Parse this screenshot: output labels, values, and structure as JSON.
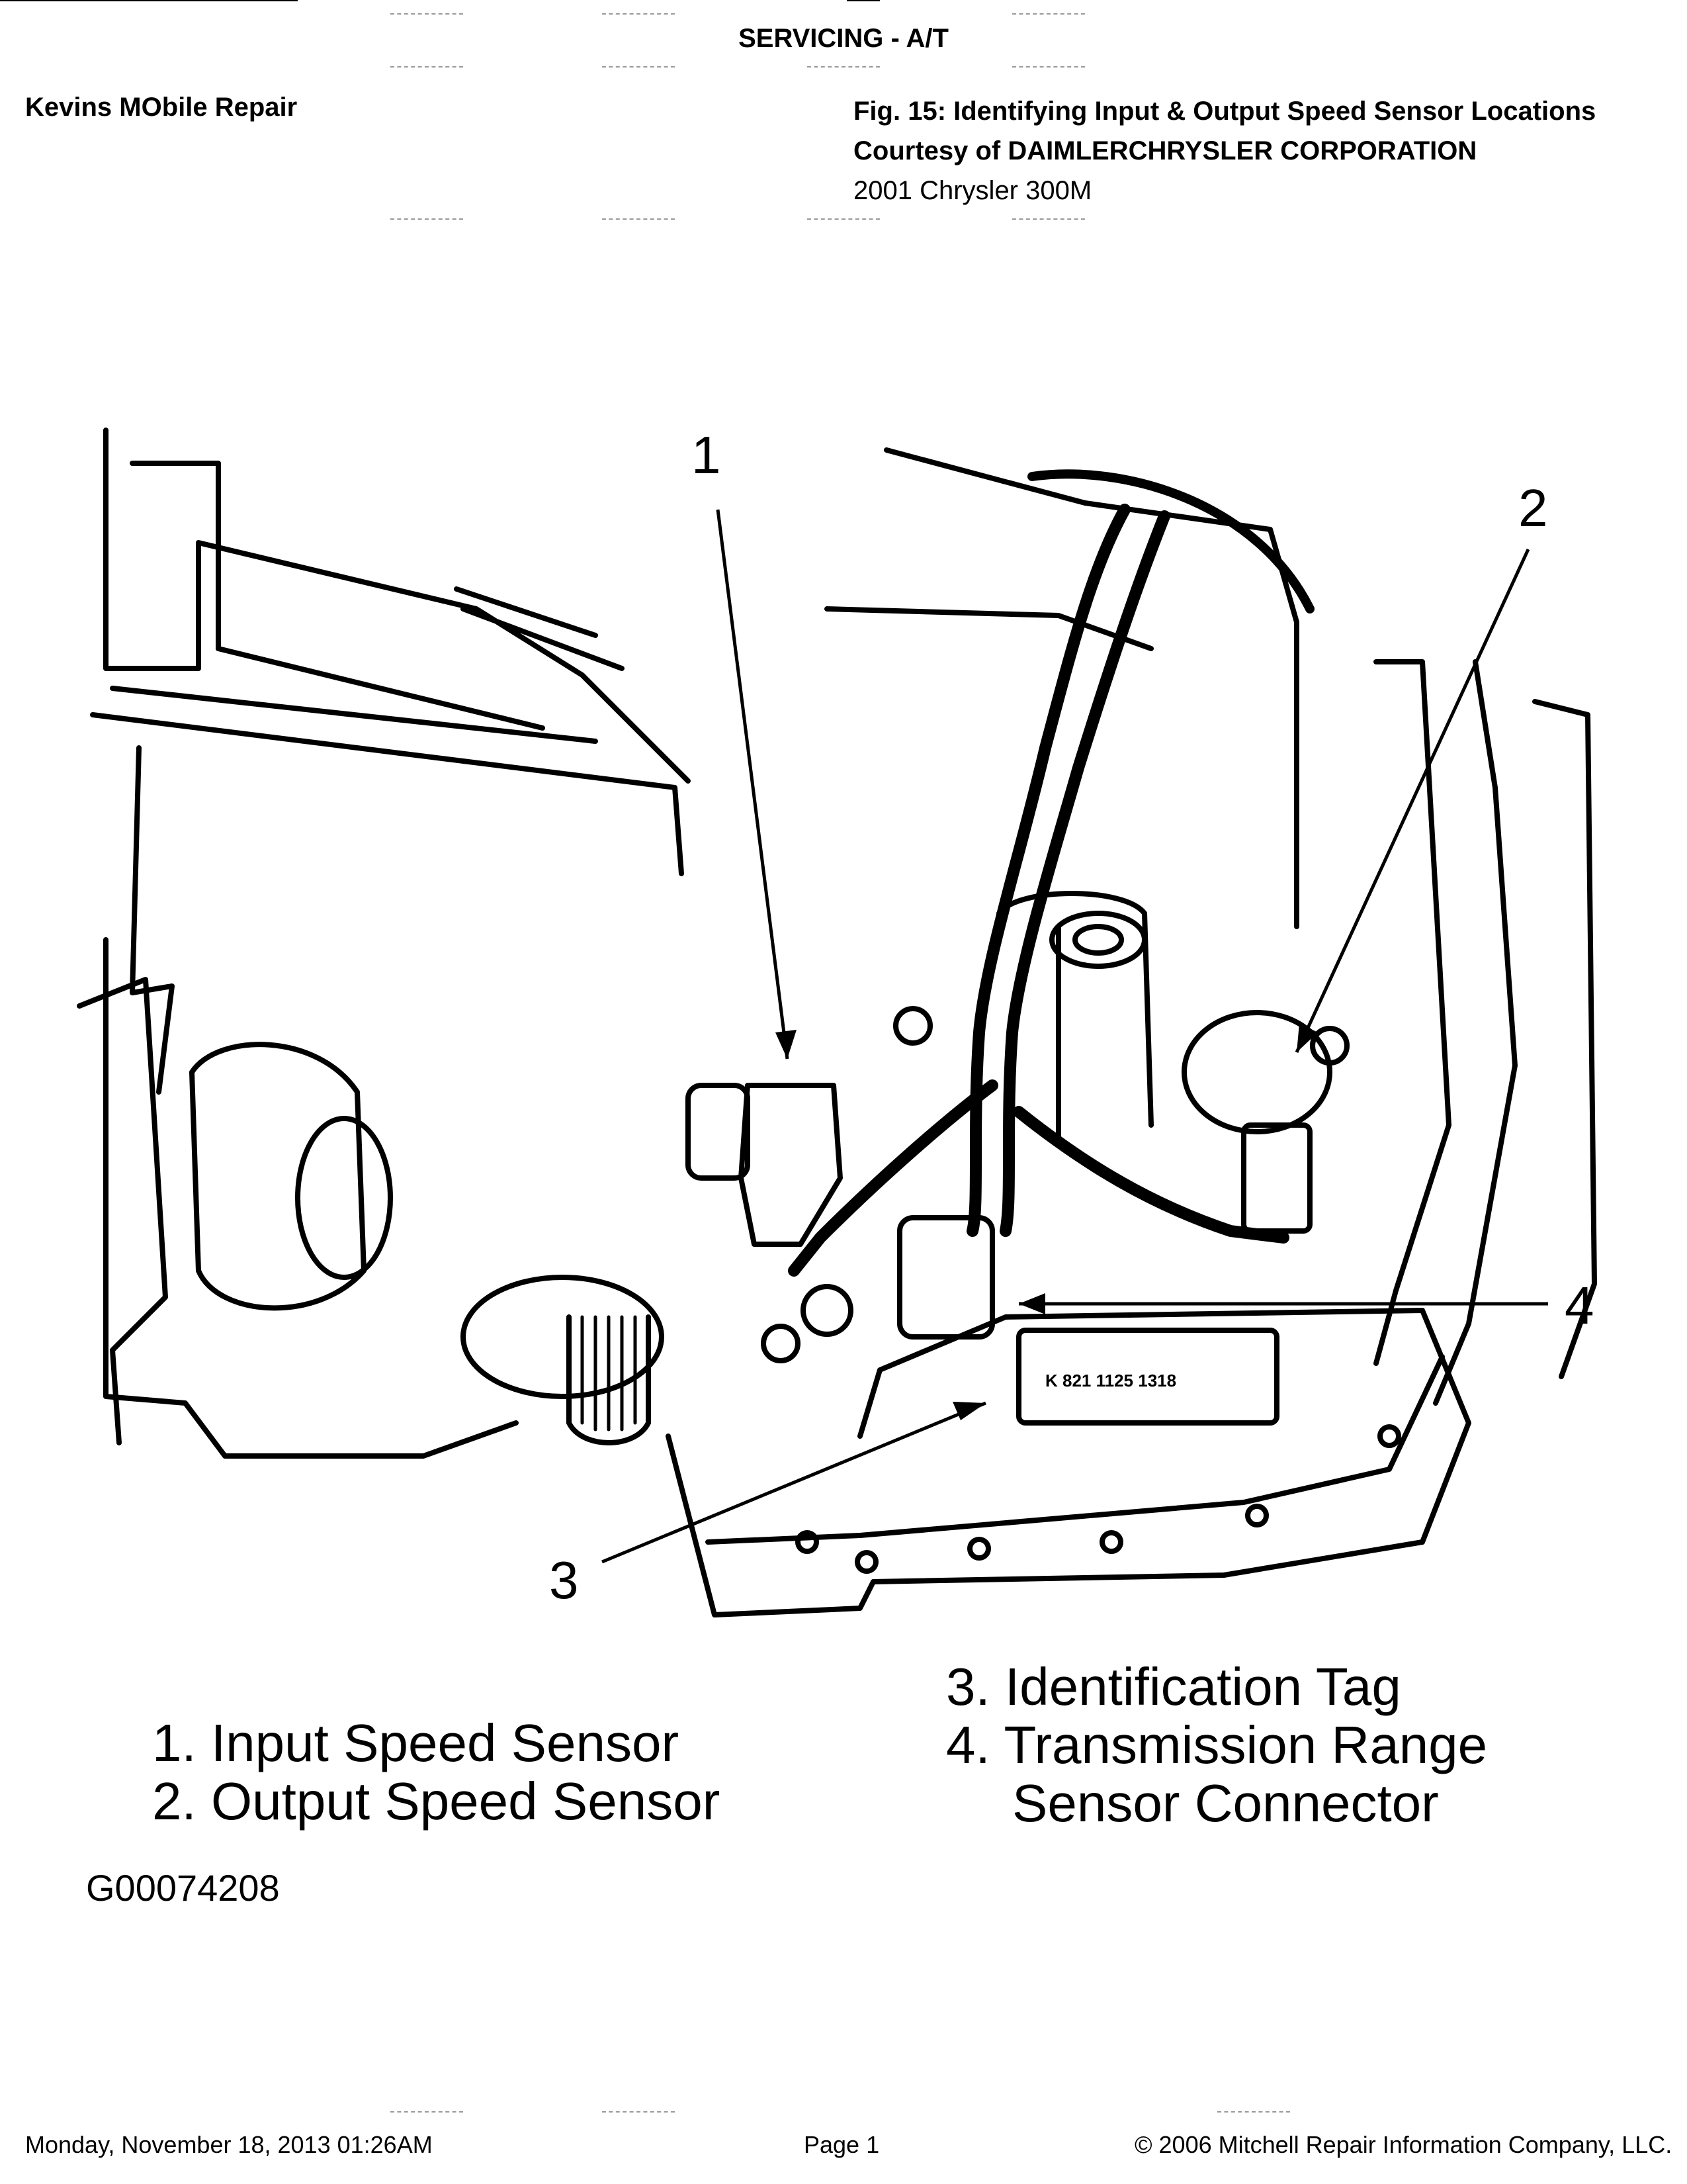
{
  "header": {
    "section_title": "SERVICING - A/T",
    "company": "Kevins MObile Repair",
    "figure_title": "Fig. 15: Identifying Input & Output Speed Sensor Locations",
    "courtesy": "Courtesy of DAIMLERCHRYSLER CORPORATION",
    "vehicle": "2001 Chrysler 300M"
  },
  "figure": {
    "callouts": [
      "1",
      "2",
      "3",
      "4"
    ],
    "tag_text": "K 821 1125 1318"
  },
  "legend": {
    "item1": "1. Input Speed Sensor",
    "item2": "2. Output Speed Sensor",
    "item3": "3. Identification Tag",
    "item4_line1": "4. Transmission Range",
    "item4_line2": "Sensor Connector"
  },
  "graphic_id": "G00074208",
  "footer": {
    "datetime": "Monday, November 18, 2013  01:26AM",
    "page": "Page 1",
    "copyright": "© 2006 Mitchell Repair Information Company, LLC."
  }
}
